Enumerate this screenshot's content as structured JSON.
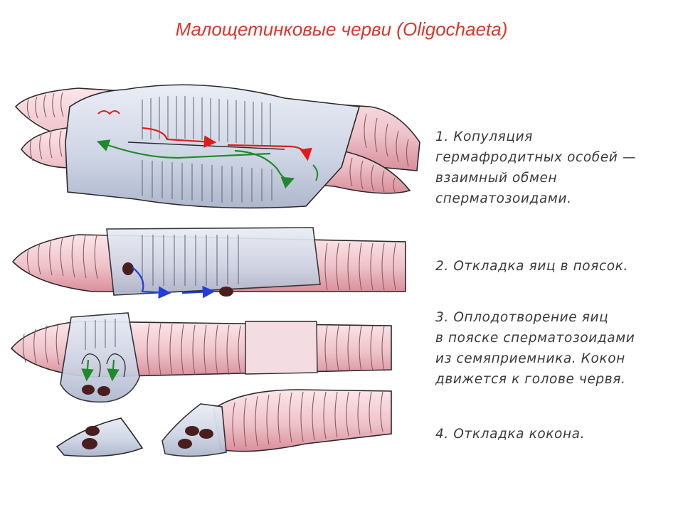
{
  "title": "Малощетинковые черви (Oligochaeta)",
  "steps": [
    {
      "lines": [
        "1. Копуляция",
        "гермафродитных особей —",
        "взаимный обмен",
        "сперматозоидами."
      ]
    },
    {
      "lines": [
        "2. Откладка яиц в поясок."
      ]
    },
    {
      "lines": [
        "3. Оплодотворение яиц",
        "в пояске сперматозоидами",
        "из семяприемника. Кокон",
        "движется к голове червя."
      ]
    },
    {
      "lines": [
        "4. Откладка кокона."
      ]
    }
  ],
  "colors": {
    "title": "#d9362b",
    "worm_body": "#f2c9cf",
    "worm_shade": "#e3a2ac",
    "clitellum": "#cfd6e6",
    "outline": "#2a2a2a",
    "arrow_red": "#e11b1b",
    "arrow_green": "#1f8a2a",
    "arrow_blue": "#1f3fd6",
    "egg": "#4a1e1e",
    "caption_text": "#3a3a3a"
  }
}
